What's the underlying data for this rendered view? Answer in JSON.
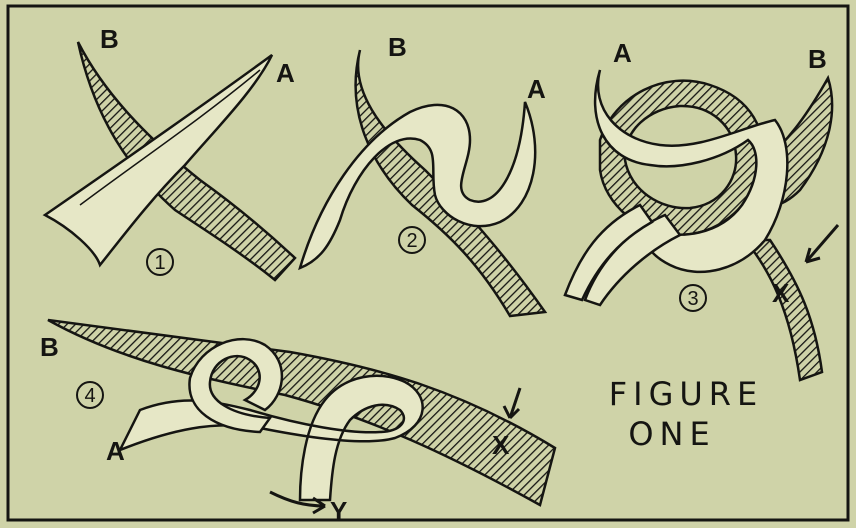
{
  "caption": {
    "line1": "FIGURE",
    "line2": "ONE"
  },
  "steps": [
    {
      "number": "1",
      "label_a": "A",
      "label_b": "B"
    },
    {
      "number": "2",
      "label_a": "A",
      "label_b": "B"
    },
    {
      "number": "3",
      "label_a": "A",
      "label_b": "B",
      "label_x": "X"
    },
    {
      "number": "4",
      "label_a": "A",
      "label_b": "B",
      "label_x": "X",
      "label_y": "Y"
    }
  ],
  "colors": {
    "paper": "#cfd3a8",
    "ink": "#151512",
    "rope": "#e6e7c6"
  }
}
